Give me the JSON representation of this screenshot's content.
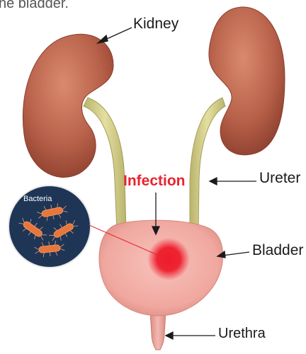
{
  "caption": "he bladder.",
  "labels": {
    "kidney": "Kidney",
    "ureter": "Ureter",
    "bladder": "Bladder",
    "urethra": "Urethra",
    "infection": "Infection",
    "bacteria": "Bacteria"
  },
  "colors": {
    "kidney": "#b8614a",
    "ureter": "#d8d28c",
    "bladder": "#f0a8a0",
    "infection": "#e8242f",
    "bacteria_bg": "#1f3556",
    "bacteria": "#e8763a"
  }
}
